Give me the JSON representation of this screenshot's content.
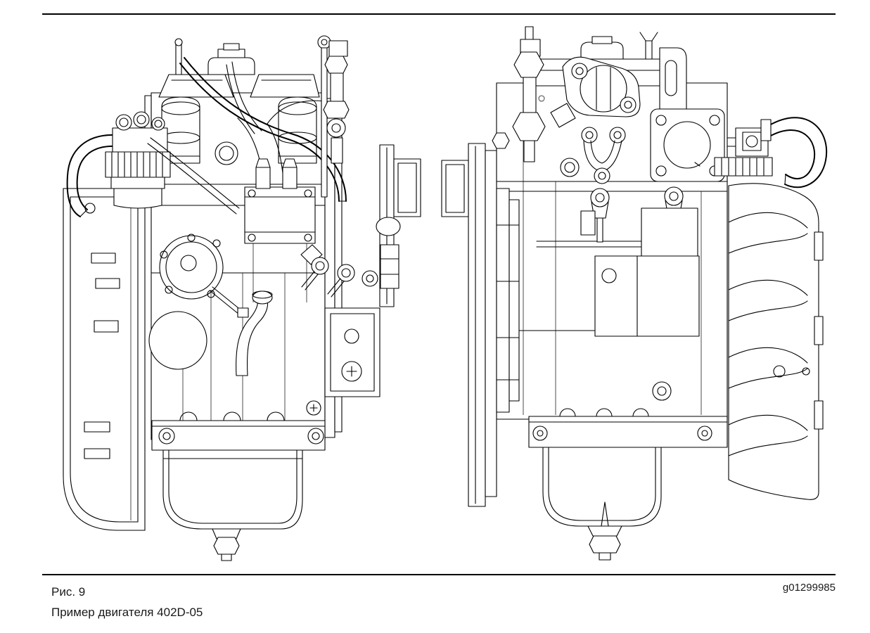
{
  "page": {
    "background_color": "#ffffff",
    "rule_color": "#000000",
    "text_color": "#1a1a1a"
  },
  "figure": {
    "label": "Рис. 9",
    "caption": "Пример двигателя 402D-05",
    "image_id": "g01299985",
    "views": [
      {
        "name": "engine-side-view-illustration"
      },
      {
        "name": "engine-front-view-illustration"
      }
    ]
  }
}
